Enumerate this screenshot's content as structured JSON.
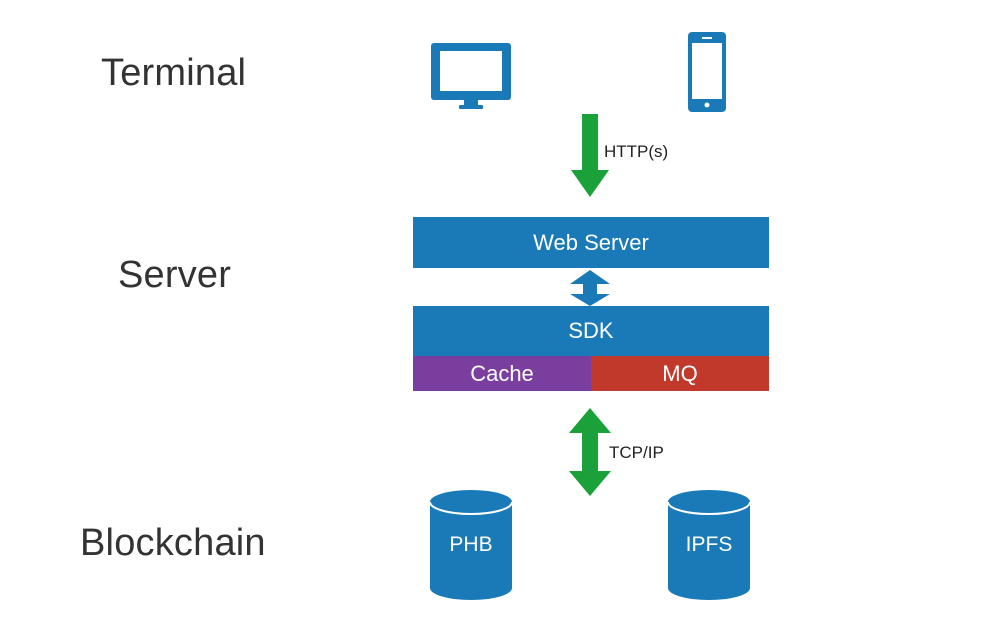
{
  "colors": {
    "blue": "#1a7ab8",
    "green": "#1aa13a",
    "purple": "#7a3f9e",
    "red": "#c0392b"
  },
  "layers": {
    "terminal": "Terminal",
    "server": "Server",
    "blockchain": "Blockchain"
  },
  "terminal_devices": [
    {
      "icon": "desktop-monitor-icon"
    },
    {
      "icon": "smartphone-icon"
    }
  ],
  "connections": {
    "terminal_to_server": "HTTP(s)",
    "server_to_blockchain": "TCP/IP"
  },
  "server": {
    "web_server": "Web Server",
    "sdk": "SDK",
    "cache": "Cache",
    "mq": "MQ"
  },
  "blockchain": {
    "stores": [
      "PHB",
      "IPFS"
    ]
  }
}
